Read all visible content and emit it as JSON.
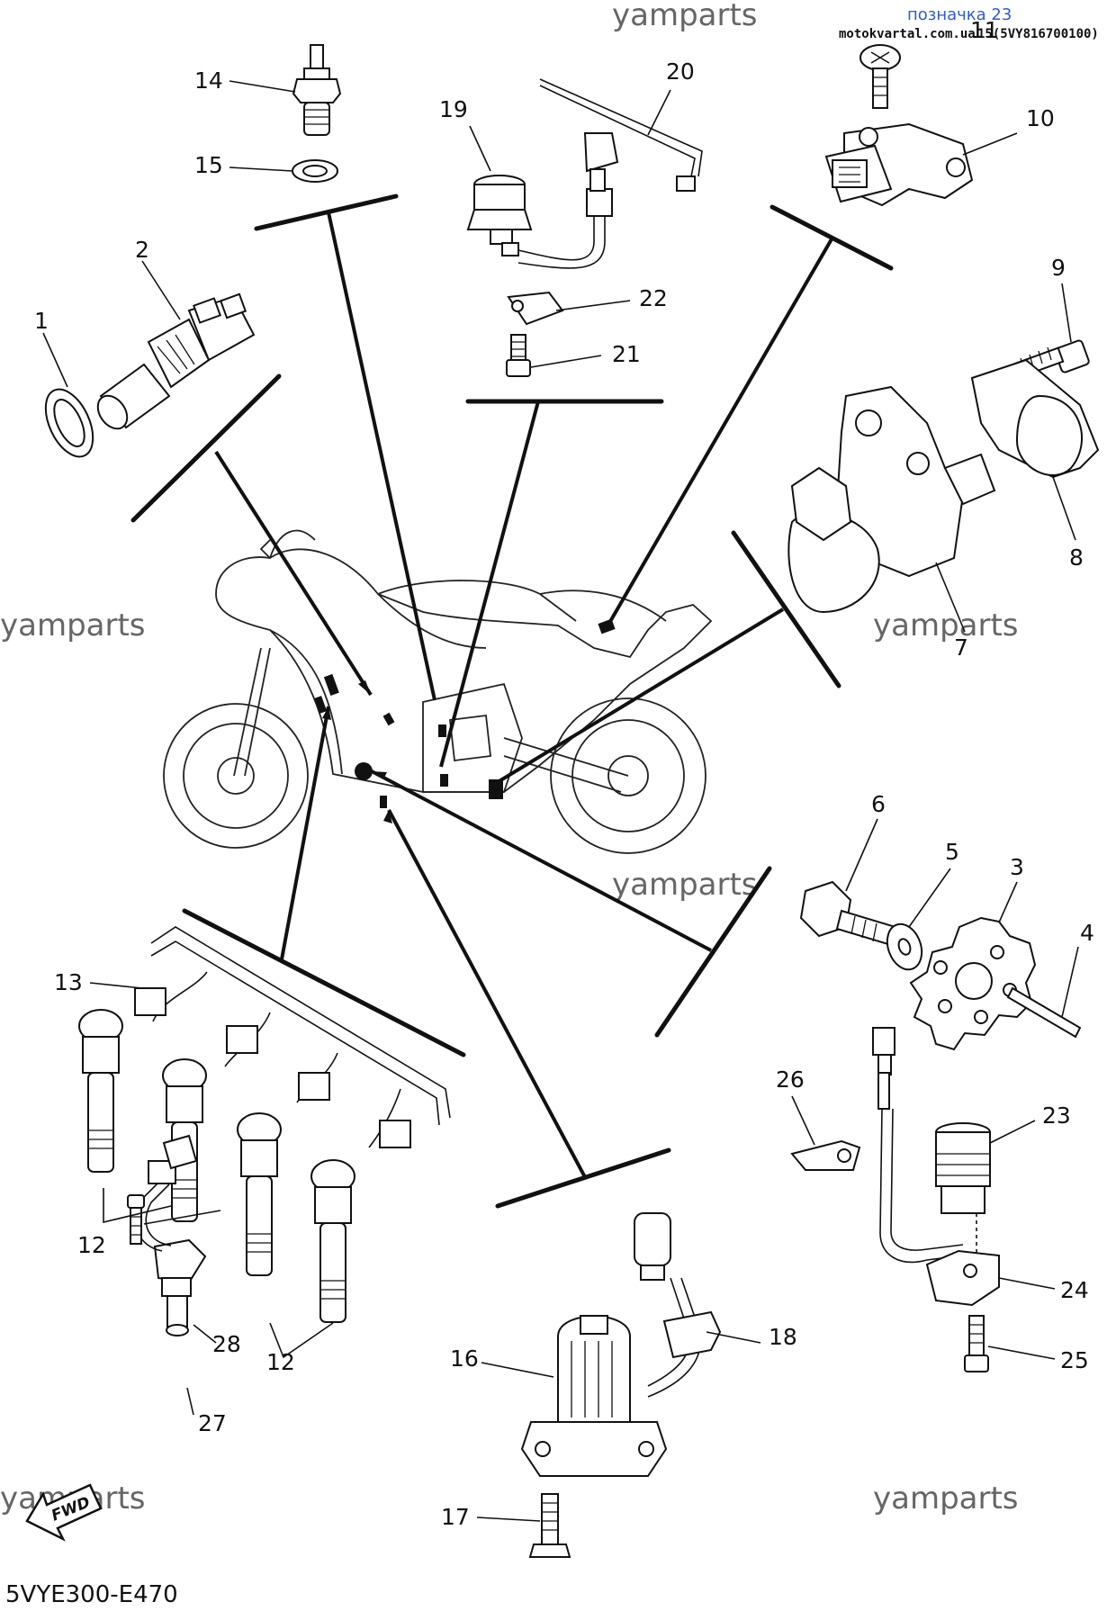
{
  "watermarks": [
    "yamparts",
    "yamparts",
    "yamparts",
    "yamparts",
    "yamparts",
    "yamparts"
  ],
  "header": {
    "tag": "позначка 23",
    "site": "motokvartal.com.ua",
    "part_code": "15(5VY816700100)"
  },
  "diagram_code": "5VYE300-E470",
  "fwd_label": "FWD",
  "callouts": {
    "c1": "1",
    "c2": "2",
    "c3": "3",
    "c4": "4",
    "c5": "5",
    "c6": "6",
    "c7": "7",
    "c8": "8",
    "c9": "9",
    "c10": "10",
    "c11": "11",
    "c13": "13",
    "c14": "14",
    "c15": "15",
    "c16": "16",
    "c17": "17",
    "c18": "18",
    "c19": "19",
    "c20": "20",
    "c21": "21",
    "c22": "22",
    "c23": "23",
    "c24": "24",
    "c25": "25",
    "c26": "26",
    "c27": "27",
    "c28": "28",
    "c12a": "12",
    "c12b": "12"
  }
}
